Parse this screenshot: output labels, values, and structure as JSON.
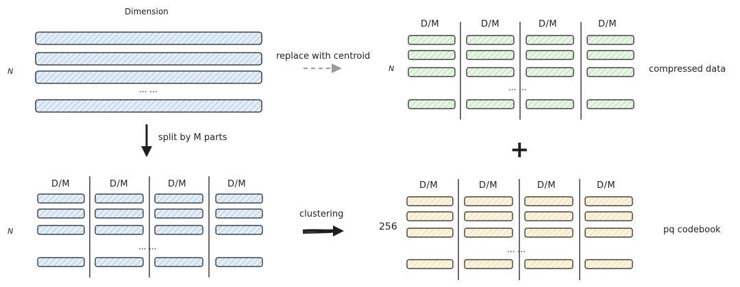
{
  "top_left": {
    "dimension_label": "Dimension",
    "n_label": "N",
    "ellipsis": "... ..."
  },
  "split_label": "split by M parts",
  "bottom_left": {
    "column_headers": [
      "D/M",
      "D/M",
      "D/M",
      "D/M"
    ],
    "n_label": "N",
    "ellipsis": "... ..."
  },
  "replace_label": "replace with centroid",
  "clustering_label": "clustering",
  "top_right": {
    "column_headers": [
      "D/M",
      "D/M",
      "D/M",
      "D/M"
    ],
    "n_label": "N",
    "ellipsis": "... ...",
    "side_label": "compressed data"
  },
  "plus_symbol": "+",
  "bottom_right": {
    "column_headers": [
      "D/M",
      "D/M",
      "D/M",
      "D/M"
    ],
    "row_count_label": "256",
    "ellipsis": "... ...",
    "side_label": "pq codebook"
  },
  "colors": {
    "blue_fill": "#dbe9f6",
    "green_fill": "#e3f3df",
    "yellow_fill": "#fbf1d8",
    "stroke": "#1e1e1e",
    "gray_arrow": "#9a9a9a"
  }
}
